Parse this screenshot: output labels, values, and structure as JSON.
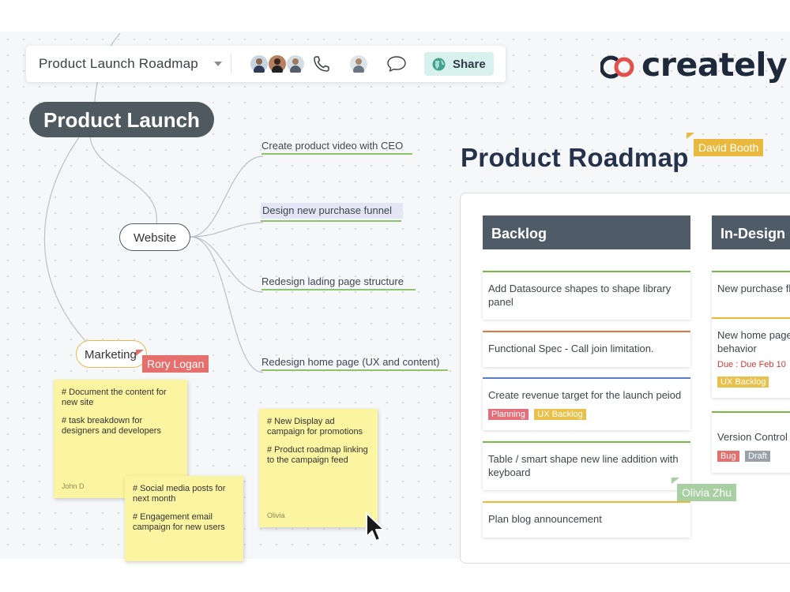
{
  "toolbar": {
    "doc_title": "Product Launch Roadmap",
    "share_label": "Share",
    "icons": [
      "chevron-down-icon",
      "phone-icon",
      "comment-icon",
      "globe-icon"
    ]
  },
  "logo": {
    "text": "creately"
  },
  "mindmap": {
    "central": "Product Launch",
    "website": "Website",
    "marketing": "Marketing",
    "branches": [
      "Create product video with CEO",
      "Design new purchase funnel",
      "Redesign lading page structure",
      "Redesign home page (UX and content)"
    ]
  },
  "collaborators": {
    "rory": "Rory Logan",
    "david": "David Booth",
    "olivia": "Olivia Zhu"
  },
  "stickies": [
    {
      "lines": [
        "# Document the content for new site",
        "# task breakdown for designers and developers"
      ],
      "author": "John D"
    },
    {
      "lines": [
        "# Social media posts for next month",
        "# Engagement email campaign for new users"
      ],
      "author": ""
    },
    {
      "lines": [
        "# New Display ad campaign for promotions",
        "# Product roadmap linking to the campaign feed"
      ],
      "author": "Olivia"
    }
  ],
  "roadmap": {
    "title": "Product Roadmap",
    "columns": [
      {
        "name": "Backlog",
        "cards": [
          {
            "text": "Add Datasource shapes to shape library panel",
            "color": "#7cb54b"
          },
          {
            "text": "Functional Spec - Call join limitation.",
            "color": "#e07a45"
          },
          {
            "text": "Create revenue target for the launch peiod",
            "color": "#5b7fc4",
            "badges": [
              "Planning",
              "UX Backlog"
            ]
          },
          {
            "text": "Table / smart shape new line addition with keyboard",
            "color": "#7cb54b"
          },
          {
            "text": "Plan blog announcement",
            "color": "#e8b93e"
          }
        ]
      },
      {
        "name": "In-Design",
        "cards": [
          {
            "text": "New purchase flo",
            "color": "#7cb54b"
          },
          {
            "text": "New home page behavior",
            "color": "#e8b93e",
            "due": "Due : Due Feb 10",
            "badges": [
              "UX Backlog"
            ]
          },
          {
            "text": "Version Control I",
            "color": "#7cb54b",
            "badges": [
              "Bug",
              "Draft"
            ]
          }
        ]
      }
    ],
    "badge_colors": {
      "Planning": "#e46f7a",
      "UX Backlog": "#e8c04a",
      "Bug": "#e46f6c",
      "Draft": "#9aa1a8"
    }
  }
}
